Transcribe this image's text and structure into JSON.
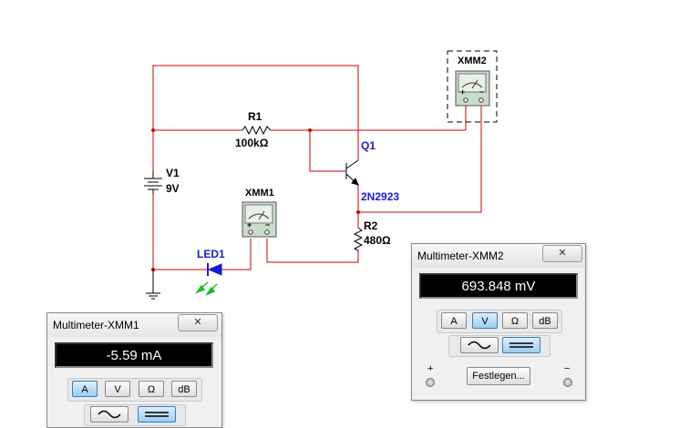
{
  "schematic": {
    "v1": {
      "name": "V1",
      "value": "9V"
    },
    "r1": {
      "name": "R1",
      "value": "100kΩ"
    },
    "r2": {
      "name": "R2",
      "value": "480Ω"
    },
    "q1": {
      "name": "Q1",
      "model": "2N2923"
    },
    "led1": {
      "name": "LED1"
    },
    "xmm1": {
      "name": "XMM1"
    },
    "xmm2": {
      "name": "XMM2"
    },
    "wire_color": "#cc0000",
    "label_blue": "#1a1ad6"
  },
  "multimeter_xmm1": {
    "title": "Multimeter-XMM1",
    "close_icon": "close-x-icon",
    "reading": "-5.59 mA",
    "mode_buttons": [
      "A",
      "V",
      "Ω",
      "dB"
    ],
    "active_mode": "A"
  },
  "multimeter_xmm2": {
    "title": "Multimeter-XMM2",
    "close_icon": "close-x-icon",
    "reading": "693.848 mV",
    "mode_buttons": [
      "A",
      "V",
      "Ω",
      "dB"
    ],
    "active_mode": "V",
    "plus_label": "+",
    "minus_label": "−",
    "settings_label": "Festlegen..."
  }
}
